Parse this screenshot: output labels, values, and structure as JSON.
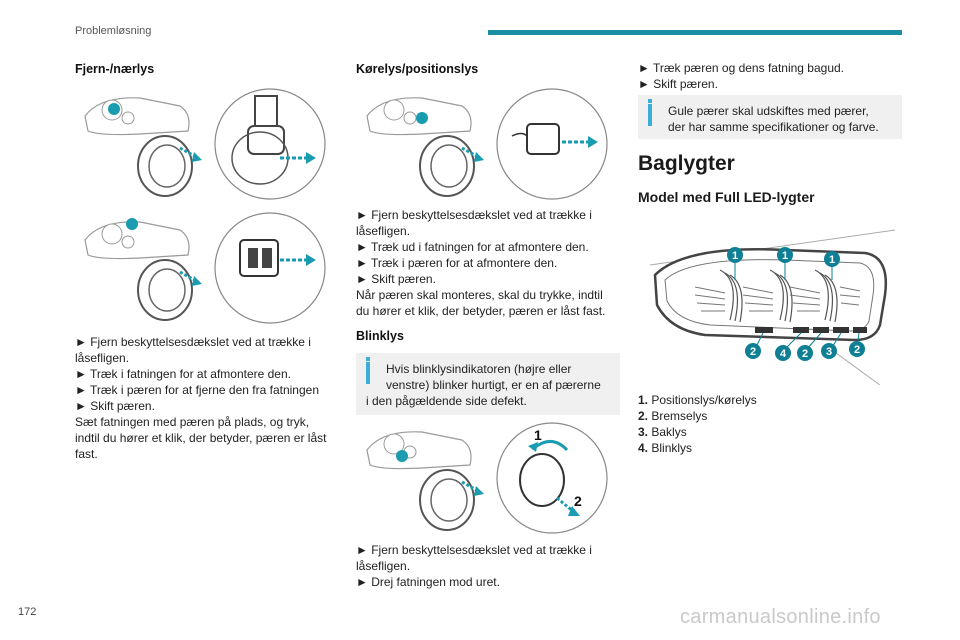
{
  "header": {
    "section": "Problemløsning"
  },
  "page_number": "172",
  "watermark": "carmanualsonline.info",
  "col1": {
    "heading": "Fjern-/nærlys",
    "lines": [
      "► Fjern beskyttelsesdækslet ved at trække i",
      "låsefligen.",
      "► Træk i fatningen for at afmontere den.",
      "► Træk i pæren for at fjerne den fra fatningen",
      "► Skift pæren.",
      "Sæt fatningen med pæren på plads, og tryk,",
      "indtil du hører et klik, der betyder, pæren er låst",
      "fast."
    ]
  },
  "col2": {
    "heading": "Kørelys/positionslys",
    "lines": [
      "► Fjern beskyttelsesdækslet ved at trække i",
      "låsefligen.",
      "► Træk ud i fatningen for at afmontere den.",
      "► Træk i pæren for at afmontere den.",
      "► Skift pæren.",
      "Når pæren skal monteres, skal du trykke, indtil",
      "du hører et klik, der betyder, pæren er låst fast."
    ],
    "blink_heading": "Blinklys",
    "note_lines": [
      "Hvis blinklysindikatoren (højre eller",
      "venstre) blinker hurtigt, er en af pærerne",
      "i den pågældende side defekt."
    ],
    "diagram_labels": [
      "1",
      "2"
    ],
    "blink_lines": [
      "► Fjern beskyttelsesdækslet ved at trække i",
      "låsefligen.",
      "► Drej fatningen mod uret."
    ]
  },
  "col3": {
    "lines": [
      "► Træk pæren og dens fatning bagud.",
      "► Skift pæren."
    ],
    "note_lines": [
      "Gule pærer skal udskiftes med pærer,",
      "der har samme specifikationer og farve."
    ],
    "section_title": "Baglygter",
    "sub_title": "Model med Full LED-lygter",
    "callouts_top": [
      "1",
      "1",
      "1"
    ],
    "callouts_bottom": [
      "2",
      "4",
      "2",
      "3",
      "2"
    ],
    "legend": [
      {
        "num": "1.",
        "text": "Positionslys/kørelys"
      },
      {
        "num": "2.",
        "text": "Bremselys"
      },
      {
        "num": "3.",
        "text": "Baklys"
      },
      {
        "num": "4.",
        "text": "Blinklys"
      }
    ]
  },
  "colors": {
    "accent": "#1a8fa3",
    "note_bar": "#3aaed8",
    "callout": "#0e7f95"
  }
}
